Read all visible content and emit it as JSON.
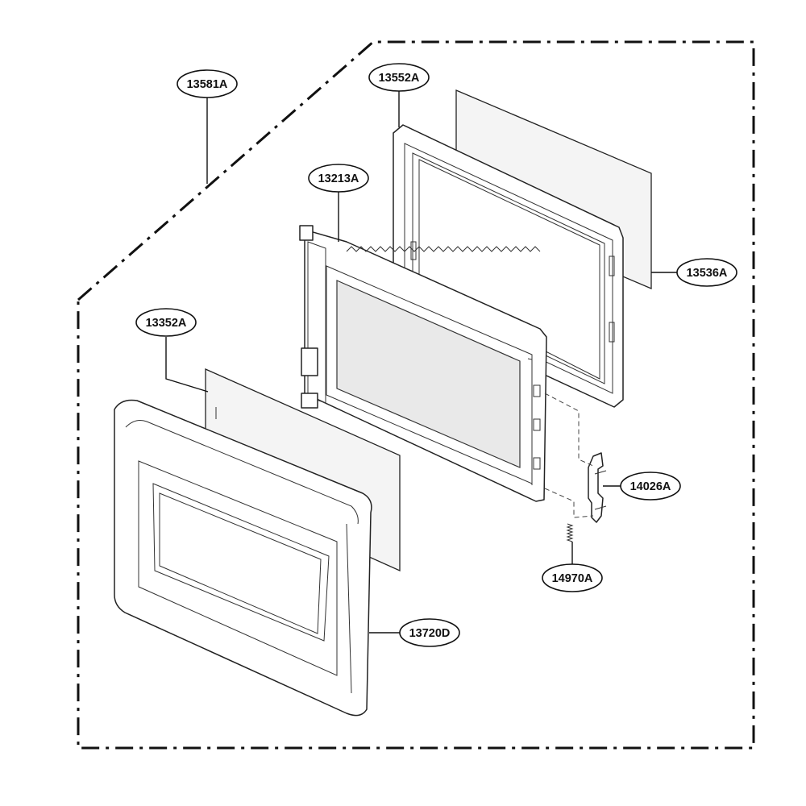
{
  "diagram": {
    "callouts": [
      {
        "id": "c1",
        "label": "13581A"
      },
      {
        "id": "c2",
        "label": "13552A"
      },
      {
        "id": "c3",
        "label": "13213A"
      },
      {
        "id": "c4",
        "label": "13536A"
      },
      {
        "id": "c5",
        "label": "13352A"
      },
      {
        "id": "c6",
        "label": "14026A"
      },
      {
        "id": "c7",
        "label": "14970A"
      },
      {
        "id": "c8",
        "label": "13720D"
      }
    ]
  }
}
